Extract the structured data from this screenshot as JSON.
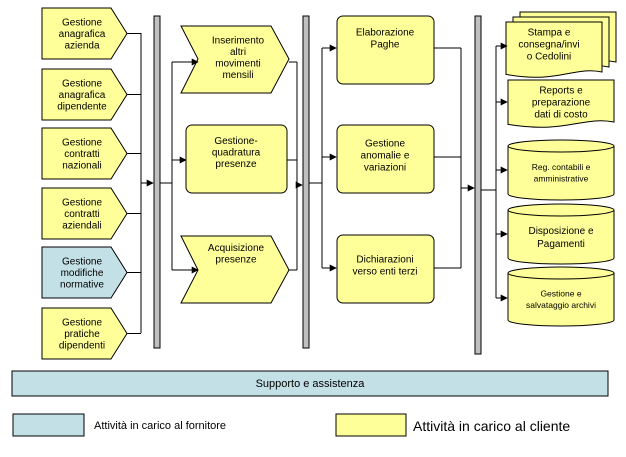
{
  "colors": {
    "client": "#ffff99",
    "supplier": "#c3e0e6",
    "bar": "#c0c0c0",
    "line": "#000000"
  },
  "left_column": [
    {
      "lines": [
        "Gestione",
        "anagrafica",
        "azienda"
      ],
      "owner": "client"
    },
    {
      "lines": [
        "Gestione",
        "anagrafica",
        "dipendente"
      ],
      "owner": "client"
    },
    {
      "lines": [
        "Gestione",
        "contratti",
        "nazionali"
      ],
      "owner": "client"
    },
    {
      "lines": [
        "Gestione",
        "contratti",
        "aziendali"
      ],
      "owner": "client"
    },
    {
      "lines": [
        "Gestione",
        "modifiche",
        "normative"
      ],
      "owner": "supplier"
    },
    {
      "lines": [
        "Gestione",
        "pratiche",
        "dipendenti"
      ],
      "owner": "client"
    }
  ],
  "input_column": [
    {
      "lines": [
        "Inserimento",
        "altri",
        "movimenti",
        "mensili"
      ]
    },
    {
      "lines": [
        "Gestione-",
        "quadratura",
        "presenze"
      ]
    },
    {
      "lines": [
        "Acquisizione",
        "presenze"
      ]
    }
  ],
  "processing_column": [
    {
      "lines": [
        "Elaborazione",
        "Paghe"
      ]
    },
    {
      "lines": [
        "Gestione",
        "anomalie e",
        "variazioni"
      ]
    },
    {
      "lines": [
        "Dichiarazioni",
        "verso enti terzi"
      ]
    }
  ],
  "output_column": [
    {
      "shape": "multidoc",
      "lines": [
        "Stampa e",
        "consegna/invi",
        "o  Cedolini"
      ]
    },
    {
      "shape": "document",
      "lines": [
        "Reports e",
        "preparazione",
        "dati di costo"
      ]
    },
    {
      "shape": "database",
      "lines": [
        "Reg. contabili e",
        "amministrative"
      ]
    },
    {
      "shape": "database",
      "lines": [
        "Disposizione e",
        "Pagamenti"
      ]
    },
    {
      "shape": "database",
      "lines": [
        "Gestione e",
        "salvataggio archivi"
      ]
    }
  ],
  "support_bar": {
    "label": "Supporto e assistenza"
  },
  "legend": {
    "supplier_label": "Attività in carico al fornitore",
    "client_label": "Attività in carico al cliente"
  }
}
